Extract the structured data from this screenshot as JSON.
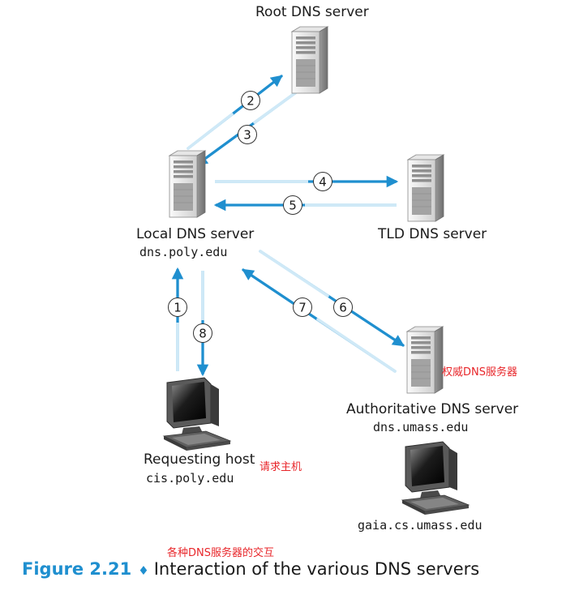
{
  "servers": {
    "root": {
      "label": "Root DNS server"
    },
    "local": {
      "label": "Local DNS server",
      "host": "dns.poly.edu"
    },
    "tld": {
      "label": "TLD DNS server"
    },
    "authoritative": {
      "label": "Authoritative DNS server",
      "host": "dns.umass.edu",
      "annotation_cn": "权威DNS服务器"
    }
  },
  "requesting_host": {
    "label": "Requesting host",
    "host": "cis.poly.edu",
    "annotation_cn": "请求主机"
  },
  "target_host": {
    "host": "gaia.cs.umass.edu"
  },
  "steps": [
    "1",
    "2",
    "3",
    "4",
    "5",
    "6",
    "7",
    "8"
  ],
  "caption": {
    "annotation_cn": "各种DNS服务器的交互",
    "figure_label": "Figure 2.21",
    "separator": "♦",
    "text": "Interaction of the various DNS servers"
  },
  "colors": {
    "arrow": "#1f8fcf",
    "arrow_fade": "#cfe9f7",
    "annotation": "#e8262a",
    "figure": "#1f8fcf"
  }
}
